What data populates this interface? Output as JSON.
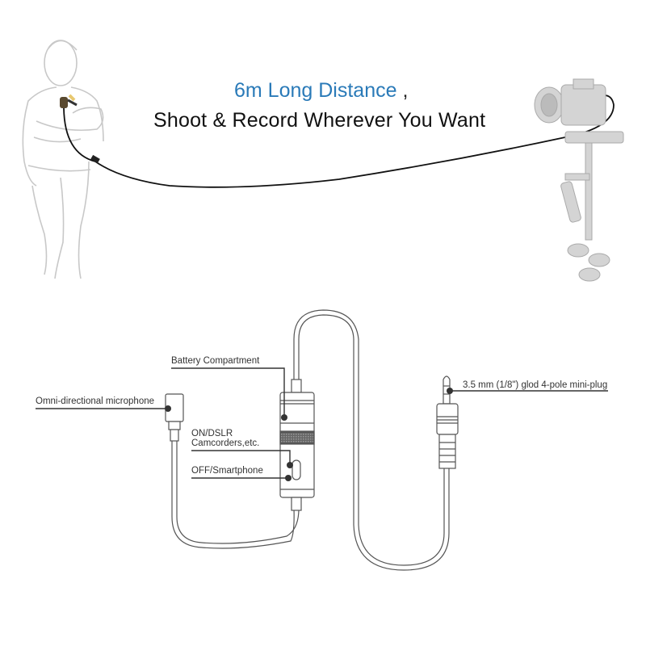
{
  "headline": {
    "line1": "6m Long Distance",
    "line1_punct": ",",
    "line2": "Shoot & Record Wherever You Want",
    "accent_color": "#2a7ab8"
  },
  "scene": {
    "left_figure": "man-wearing-lavalier-mic",
    "right_figure": "camera-on-stabilizer"
  },
  "callouts": {
    "battery": "Battery Compartment",
    "microphone": "Omni-directional microphone",
    "on_line1": "ON/DSLR",
    "on_line2": "Camcorders,etc.",
    "off": "OFF/Smartphone",
    "plug": "3.5 mm (1/8\") glod 4-pole mini-plug"
  }
}
